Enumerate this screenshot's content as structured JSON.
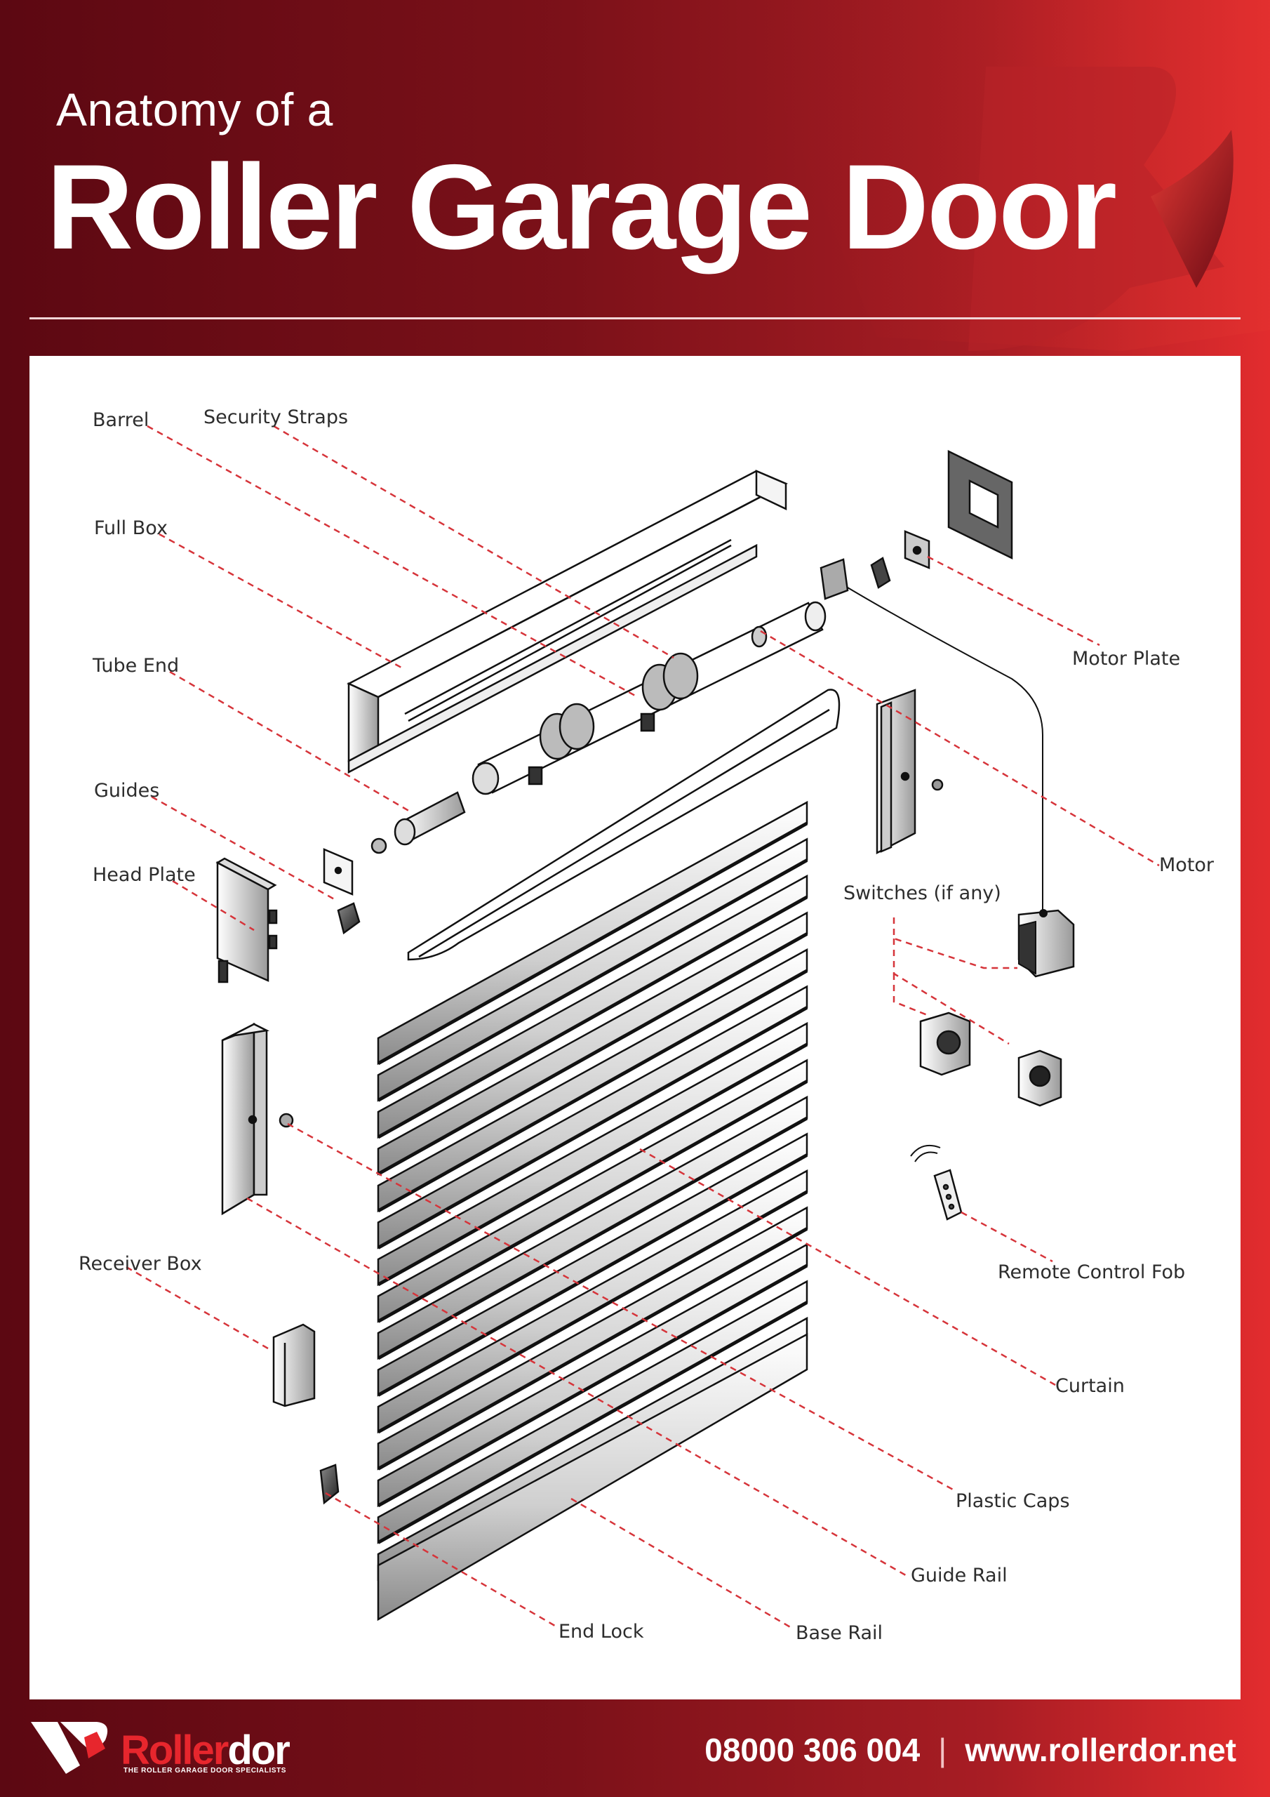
{
  "header": {
    "subtitle": "Anatomy of a",
    "title": "Roller Garage Door"
  },
  "labels": {
    "barrel": "Barrel",
    "security_straps": "Security Straps",
    "full_box": "Full Box",
    "tube_end": "Tube End",
    "guides": "Guides",
    "head_plate": "Head Plate",
    "receiver_box": "Receiver Box",
    "end_lock": "End Lock",
    "base_rail": "Base Rail",
    "guide_rail": "Guide Rail",
    "plastic_caps": "Plastic Caps",
    "curtain": "Curtain",
    "remote_control_fob": "Remote Control Fob",
    "switches": "Switches (if any)",
    "motor": "Motor",
    "motor_plate": "Motor Plate"
  },
  "footer": {
    "brand_roller": "Roller",
    "brand_dor": "dor",
    "tagline": "THE ROLLER GARAGE DOOR SPECIALISTS",
    "phone": "08000 306 004",
    "separator": "|",
    "website": "www.rollerdor.net"
  },
  "colors": {
    "accent": "#e7262d",
    "leader_line": "#d6343a",
    "header_dark": "#5c0812",
    "header_light": "#e22c2e"
  }
}
